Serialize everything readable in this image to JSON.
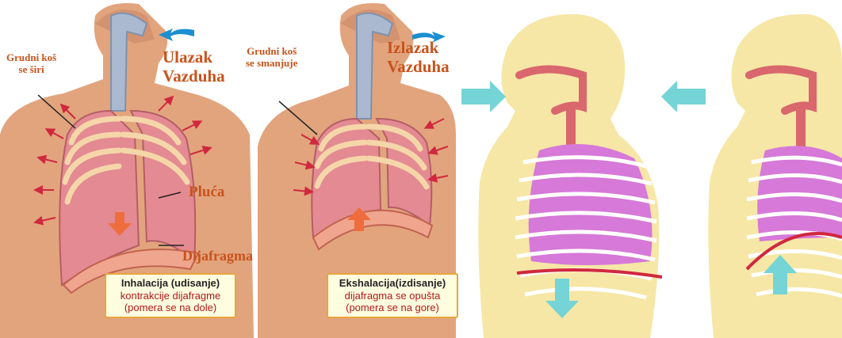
{
  "colors": {
    "skin": "#e2a47d",
    "lung": "#e48a92",
    "rib": "#f5d6a9",
    "trachea": "#aab9cf",
    "label": "#c8531c",
    "caption_border": "#e8a63a",
    "caption_fill": "#fffde0",
    "red_text": "#b01818",
    "body_fill": "#f6e7a6",
    "lung_purple": "#d679d8",
    "airway": "#d9676d",
    "diaphragm_line": "#d0283e",
    "arrow_cyan": "#74d4d6"
  },
  "inhale": {
    "label_chest": "Grudni koš\nse širi",
    "label_air": "Ulazak\nVazduha",
    "label_lungs": "Pluća",
    "label_diaphragm": "Dijafragma",
    "caption_line1": "Inhalacija  (udisanje)",
    "caption_line2": "kontrakcije dijafragme\n(pomera se na dole)"
  },
  "exhale": {
    "label_chest": "Grudni koš\nse smanjuje",
    "label_air": "Izlazak\nVazduha",
    "caption_line1": "Ekshalacija(izdisanje)",
    "caption_line2": "dijafragma se opušta\n(pomera se na gore)"
  },
  "icons": [
    "arrow-in-icon",
    "arrow-out-icon",
    "arrow-down-icon",
    "arrow-up-icon"
  ]
}
